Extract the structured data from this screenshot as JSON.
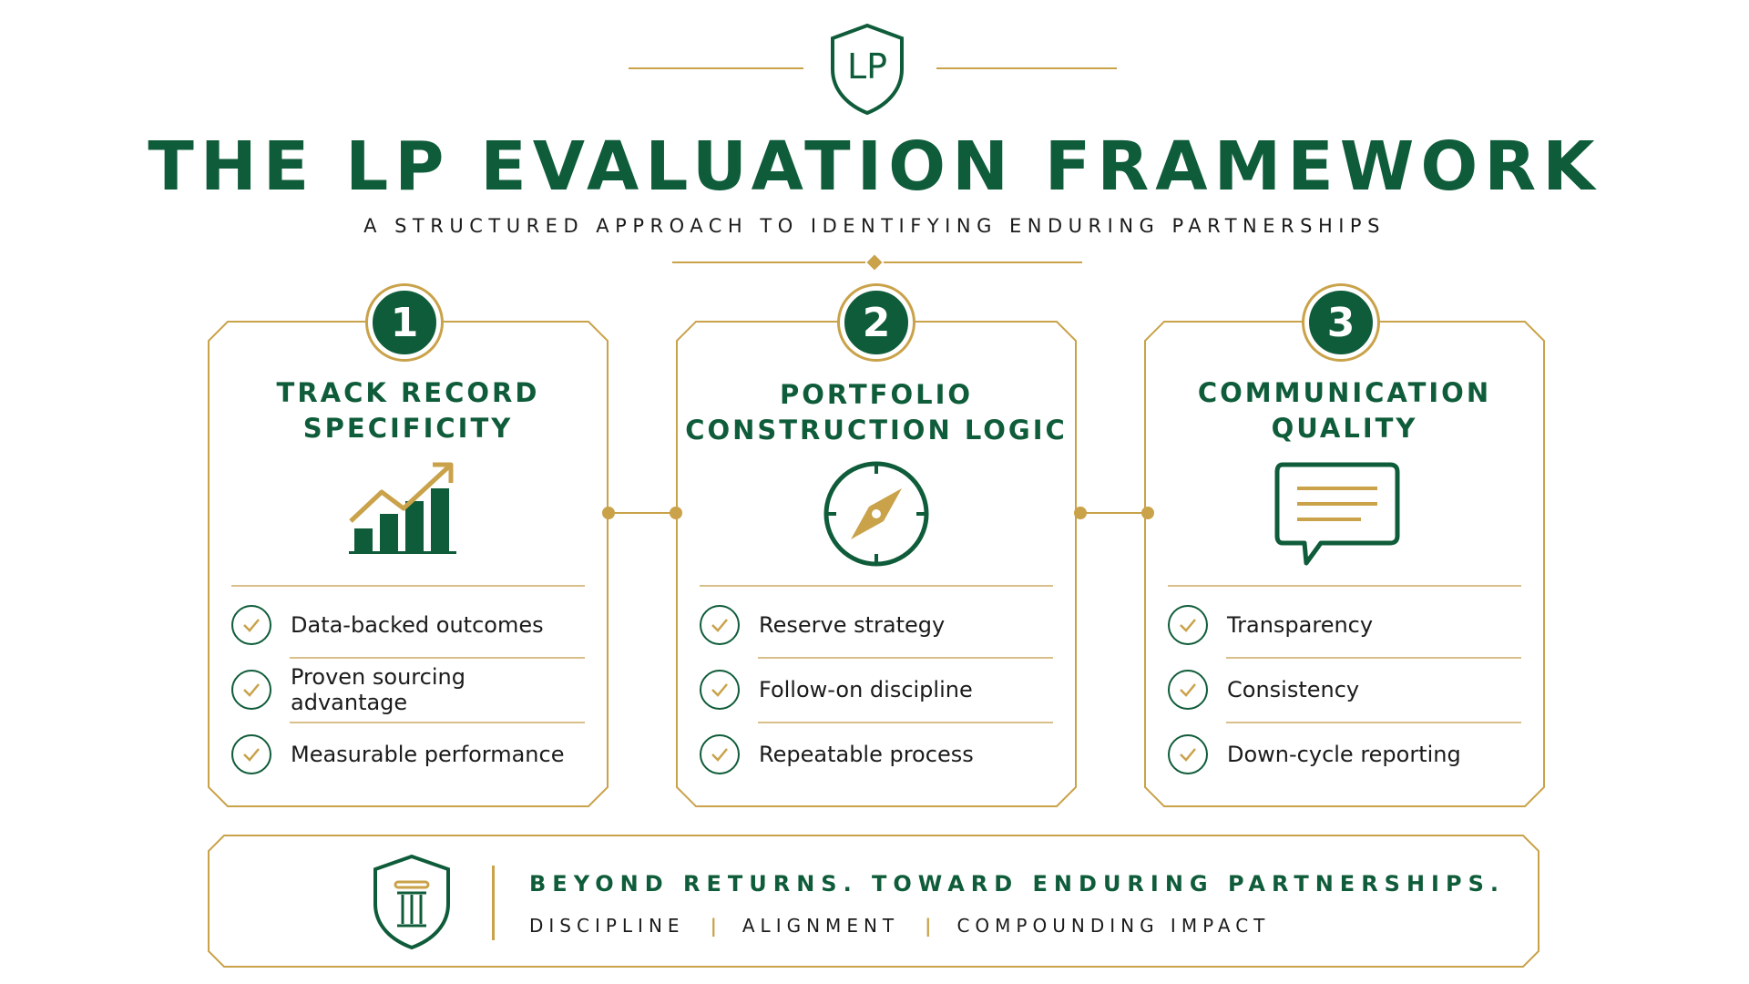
{
  "header": {
    "logo_text": "LP",
    "title": "THE LP EVALUATION FRAMEWORK",
    "subtitle": "A STRUCTURED APPROACH TO IDENTIFYING ENDURING PARTNERSHIPS"
  },
  "colors": {
    "brand_green": "#0f5c3a",
    "accent_gold": "#c9a24a",
    "text": "#1b1b1b",
    "background": "#ffffff"
  },
  "cards": [
    {
      "number": "1",
      "title_line1": "TRACK RECORD",
      "title_line2": "SPECIFICITY",
      "icon": "growth-chart-icon",
      "items": [
        "Data-backed outcomes",
        "Proven sourcing advantage",
        "Measurable performance"
      ]
    },
    {
      "number": "2",
      "title_line1": "PORTFOLIO",
      "title_line2": "CONSTRUCTION LOGIC",
      "icon": "compass-icon",
      "items": [
        "Reserve strategy",
        "Follow-on discipline",
        "Repeatable process"
      ]
    },
    {
      "number": "3",
      "title_line1": "COMMUNICATION",
      "title_line2": "QUALITY",
      "icon": "speech-bubble-icon",
      "items": [
        "Transparency",
        "Consistency",
        "Down-cycle reporting"
      ]
    }
  ],
  "footer": {
    "icon": "pillar-shield-icon",
    "tagline": "BEYOND RETURNS. TOWARD ENDURING PARTNERSHIPS.",
    "pillars": [
      "DISCIPLINE",
      "ALIGNMENT",
      "COMPOUNDING IMPACT"
    ]
  }
}
